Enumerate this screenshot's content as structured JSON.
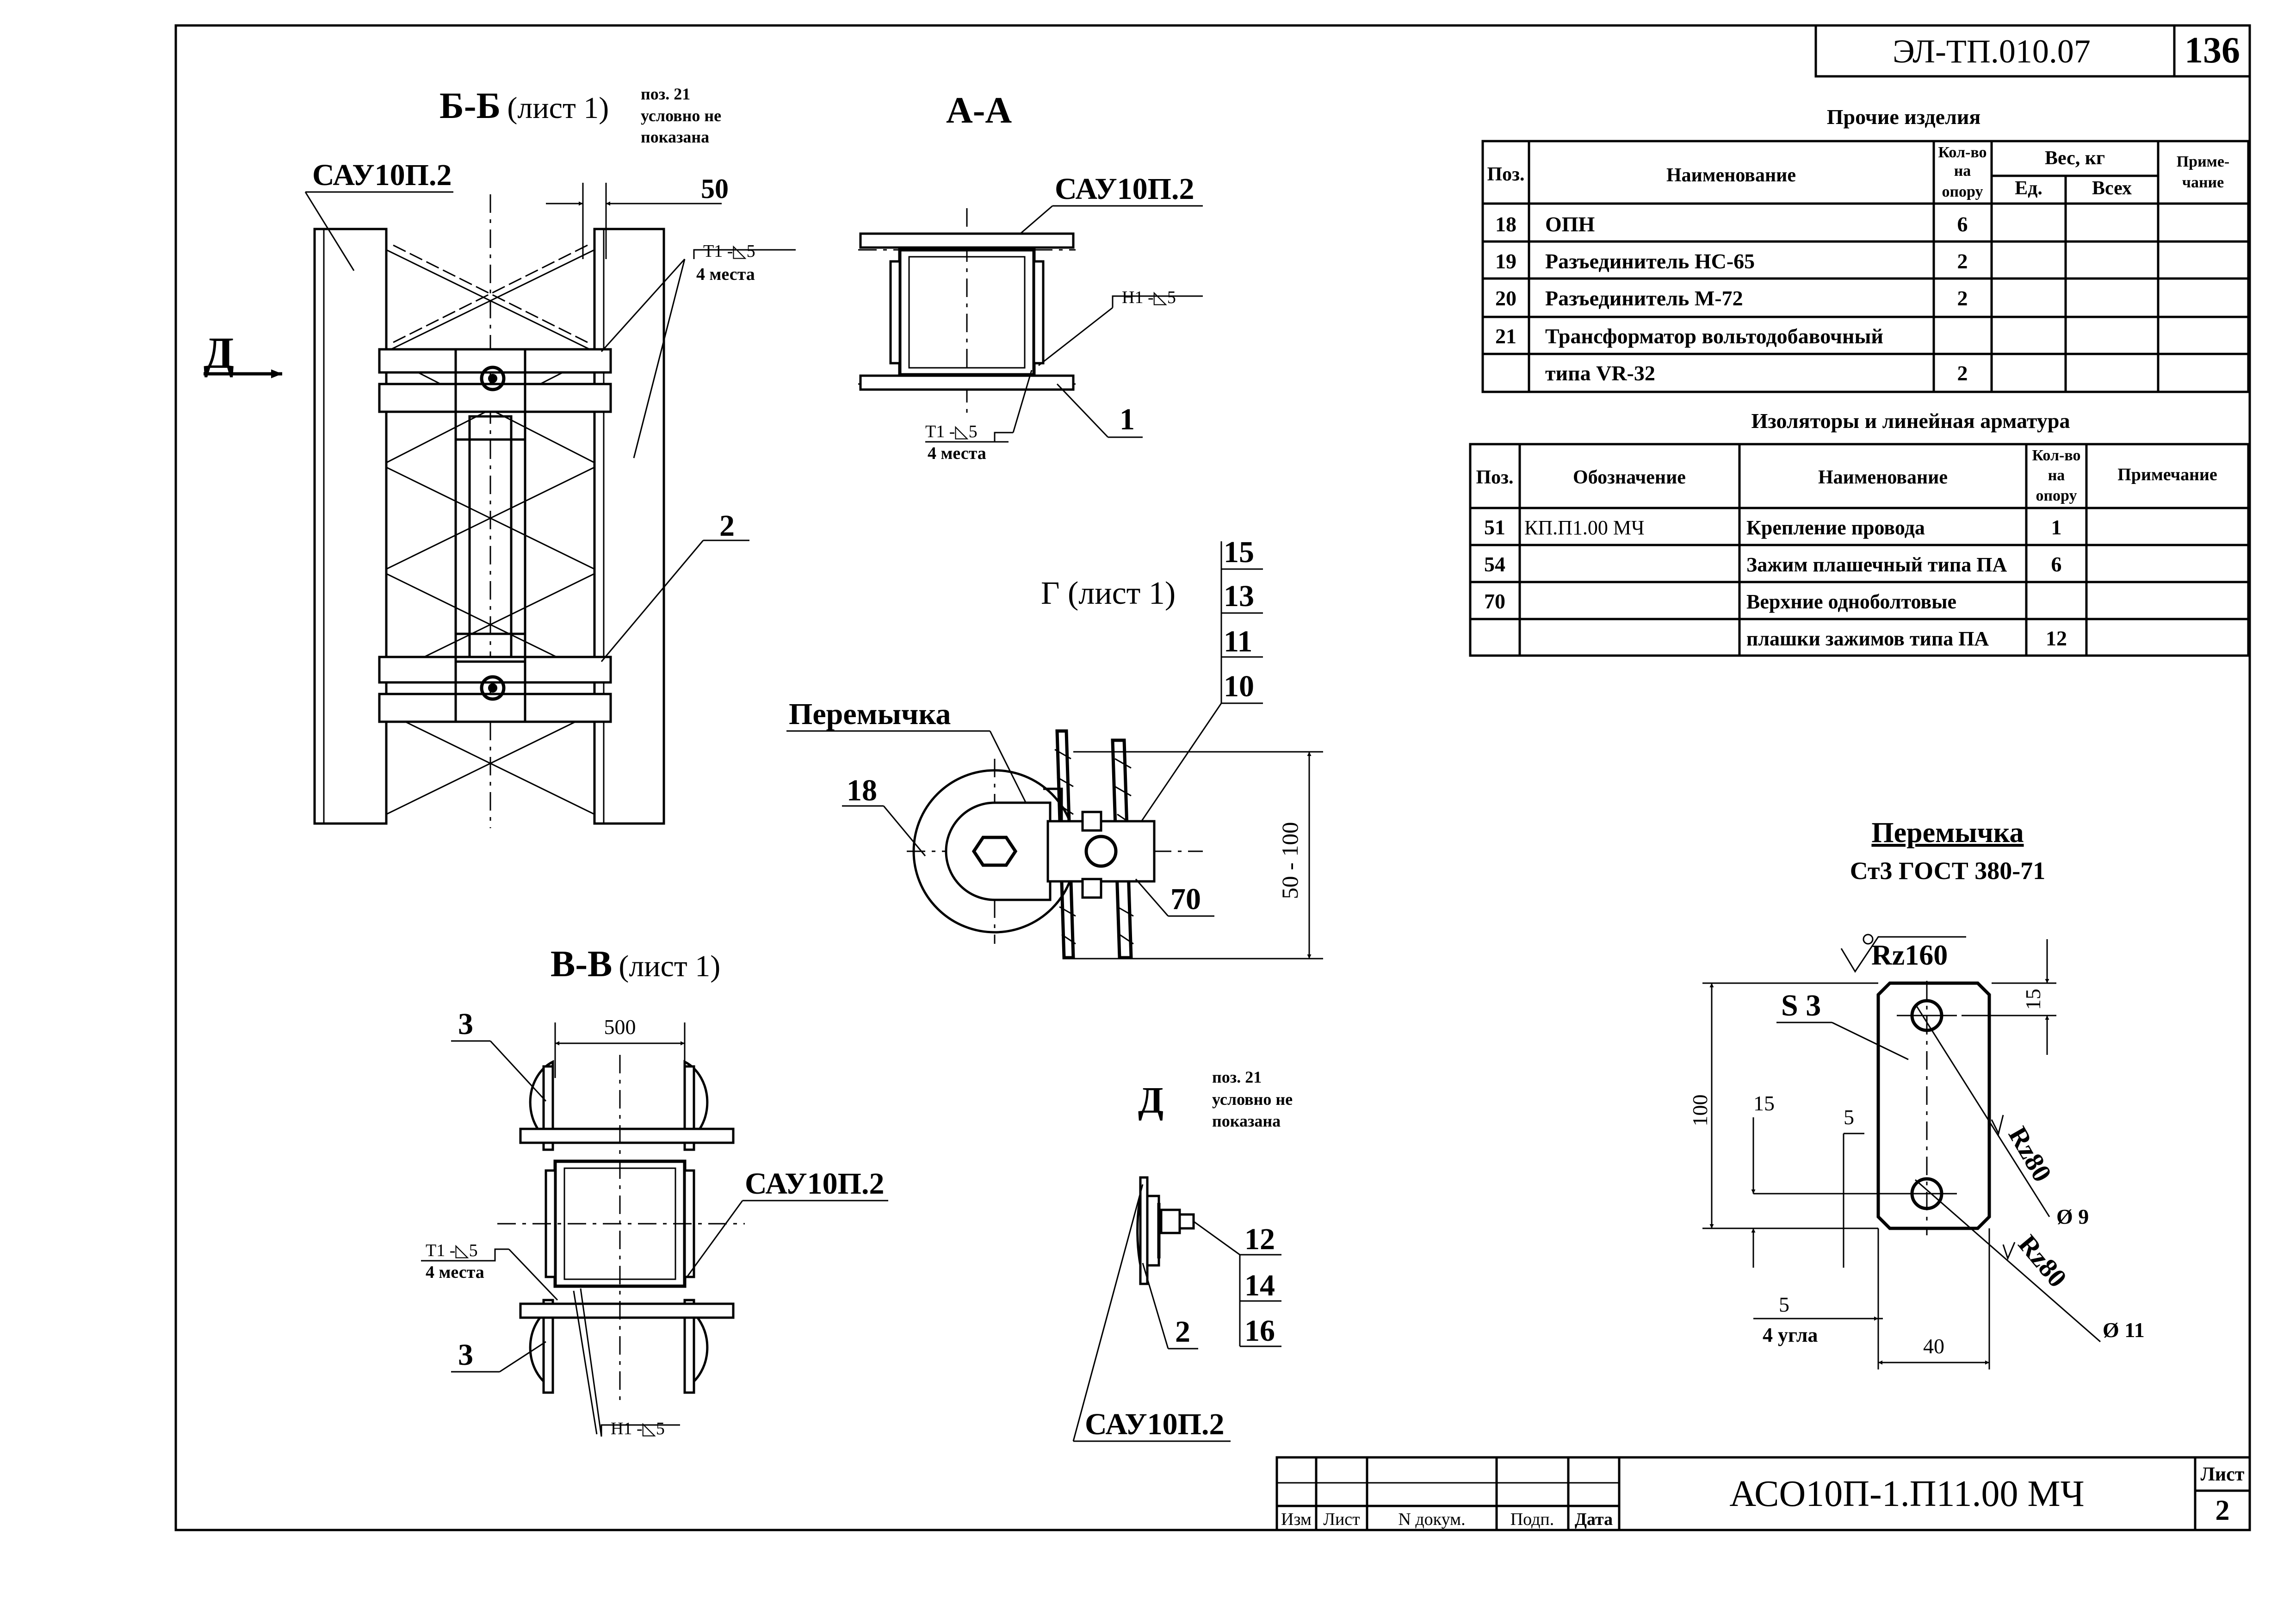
{
  "frame": {
    "doc_code": "ЭЛ-ТП.010.07",
    "page_number": "136"
  },
  "views": {
    "bb": {
      "title_main": "Б-Б",
      "title_ref": "(лист 1)",
      "note": [
        "поз. 21",
        "условно не",
        "показана"
      ],
      "label_sau": "САУ10П.2",
      "dim": "50",
      "weld": "Т1 -◺5",
      "weld_count": "4 места",
      "pos": "2",
      "view_arrow": "Д"
    },
    "aa": {
      "title": "А-А",
      "label_sau": "САУ10П.2",
      "weld_h": "Н1 -◺5",
      "weld_t": "Т1 -◺5",
      "weld_count": "4 места",
      "pos": "1"
    },
    "g": {
      "title": "Г (лист 1)",
      "label_jumper": "Перемычка",
      "pos_stack": [
        "15",
        "13",
        "11",
        "10"
      ],
      "pos_18": "18",
      "pos_70": "70",
      "dim": "50 - 100"
    },
    "vv": {
      "title_main": "В-В",
      "title_ref": "(лист 1)",
      "dim": "500",
      "pos3a": "3",
      "pos3b": "3",
      "label_sau": "САУ10П.2",
      "weld_t": "Т1 -◺5",
      "weld_count": "4 места",
      "weld_h": "Н1 -◺5"
    },
    "d": {
      "title": "Д",
      "note": [
        "поз. 21",
        "условно не",
        "показана"
      ],
      "pos": [
        "12",
        "14",
        "16"
      ],
      "pos_2": "2",
      "label_sau": "САУ10П.2"
    },
    "jumper": {
      "title": "Перемычка",
      "material": "Ст3 ГОСТ 380-71",
      "roughness_main": "Rz160",
      "thickness": "S 3",
      "dim_15_top": "15",
      "dim_100": "100",
      "dim_15_left": "15",
      "dim_5_inner": "5",
      "rz80_a": "Rz80",
      "hole_9": "Ø 9",
      "rz80_b": "Rz80",
      "hole_11": "Ø 11",
      "dim_5_corner": "5",
      "corners_note": "4 угла",
      "dim_40": "40"
    }
  },
  "other_items": {
    "title": "Прочие изделия",
    "headers": {
      "pos": "Поз.",
      "name": "Наименование",
      "qty": [
        "Кол-во",
        "на",
        "опору"
      ],
      "weight": "Вес, кг",
      "unit": "Ед.",
      "total": "Всех",
      "note": [
        "Приме-",
        "чание"
      ]
    },
    "rows": [
      {
        "pos": "18",
        "name": "ОПН",
        "qty": "6"
      },
      {
        "pos": "19",
        "name": "Разъединитель НС-65",
        "qty": "2"
      },
      {
        "pos": "20",
        "name": "Разъединитель М-72",
        "qty": "2"
      },
      {
        "pos": "21",
        "name": "Трансформатор вольтодобавочный",
        "qty": ""
      },
      {
        "pos": "",
        "name": "типа VR-32",
        "qty": "2"
      }
    ]
  },
  "insulators": {
    "title": "Изоляторы и линейная арматура",
    "headers": {
      "pos": "Поз.",
      "designation": "Обозначение",
      "name": "Наименование",
      "qty": [
        "Кол-во",
        "на",
        "опору"
      ],
      "note": "Примечание"
    },
    "rows": [
      {
        "pos": "51",
        "designation": "КП.П1.00 МЧ",
        "name": "Крепление провода",
        "qty": "1"
      },
      {
        "pos": "54",
        "designation": "",
        "name": "Зажим плашечный типа ПА",
        "qty": "6"
      },
      {
        "pos": "70",
        "designation": "",
        "name": "Верхние одноболтовые",
        "qty": ""
      },
      {
        "pos": "",
        "designation": "",
        "name": "плашки зажимов типа ПА",
        "qty": "12"
      }
    ]
  },
  "title_block": {
    "columns": [
      "Изм",
      "Лист",
      "N докум.",
      "Подп.",
      "Дата"
    ],
    "designation": "АСО10П-1.П11.00 МЧ",
    "sheet_label": "Лист",
    "sheet_number": "2"
  }
}
